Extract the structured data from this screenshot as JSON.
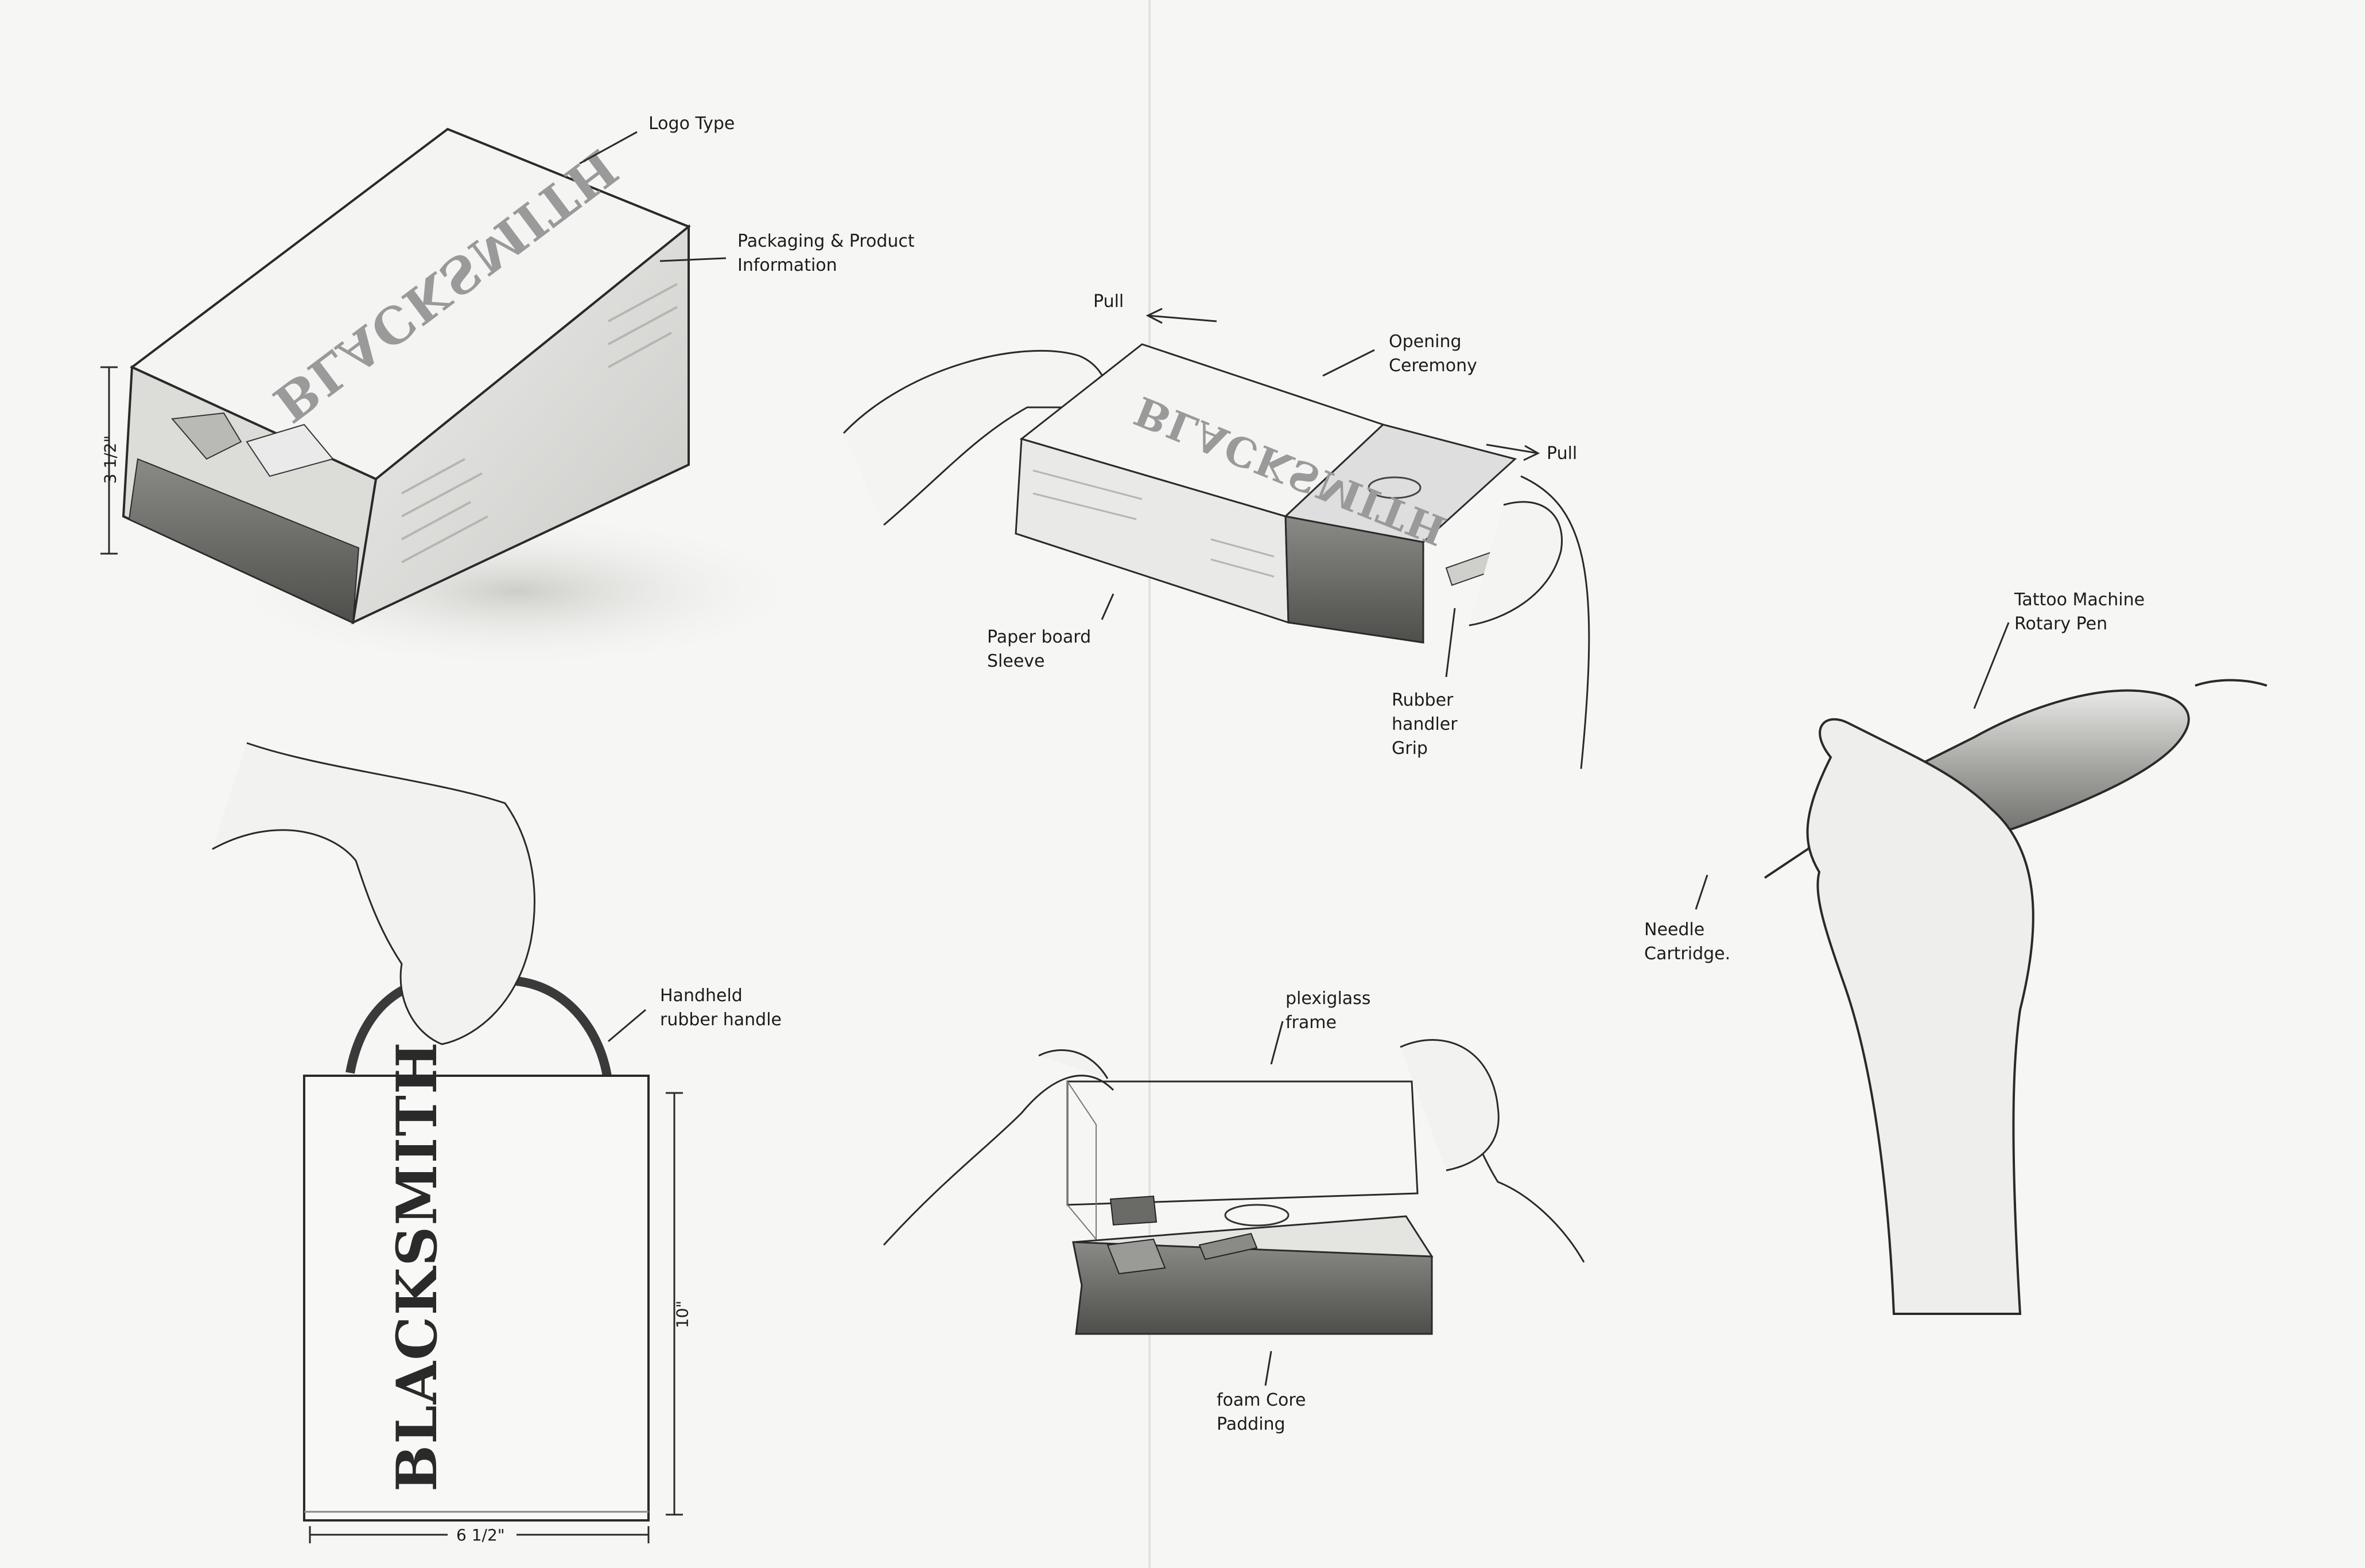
{
  "brand": {
    "logo_text": "BLACKSMITH"
  },
  "annotations": {
    "logo_type": "Logo Type",
    "packaging_info": [
      "Packaging & Product",
      "Information"
    ],
    "height_small": "3 1/2\"",
    "pull_left": "Pull",
    "pull_right": "Pull",
    "opening_ceremony": [
      "Opening",
      "Ceremony"
    ],
    "paper_sleeve": [
      "Paper board",
      "Sleeve"
    ],
    "rubber_grip": [
      "Rubber",
      "handler",
      "Grip"
    ],
    "tattoo_machine": [
      "Tattoo Machine",
      "Rotary Pen"
    ],
    "needle_cartridge": [
      "Needle",
      "Cartridge."
    ],
    "handheld_handle": [
      "Handheld",
      "rubber handle"
    ],
    "height_large": "10\"",
    "width_large": "6 1/2\"",
    "plexiglass": [
      "plexiglass",
      "frame"
    ],
    "foam_core": [
      "foam Core",
      "Padding"
    ]
  },
  "colors": {
    "paper": "#f6f6f4",
    "ink": "#1c1c1c",
    "shade": "#7a7a7a"
  }
}
